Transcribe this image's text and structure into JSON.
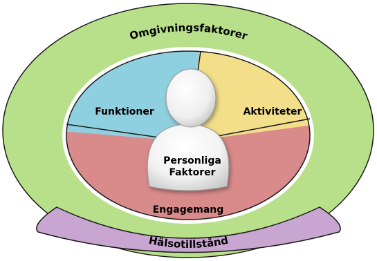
{
  "diagram": {
    "outer_label": "Omgivningsfaktorer",
    "bottom_label": "Hälsotillstånd",
    "left_segment": "Funktioner",
    "right_segment": "Aktiviteter",
    "lower_segment": "Engagemang",
    "center_label_line1": "Personliga",
    "center_label_line2": "Faktorer"
  },
  "colors": {
    "outer_ring": "#B8E08A",
    "bottom_ring": "#C9A6D2",
    "left_segment": "#8FD0E0",
    "right_segment": "#F3DE8A",
    "lower_segment": "#D98A8A",
    "outline": "#1a1a1a",
    "person": "#f2f2f2"
  }
}
